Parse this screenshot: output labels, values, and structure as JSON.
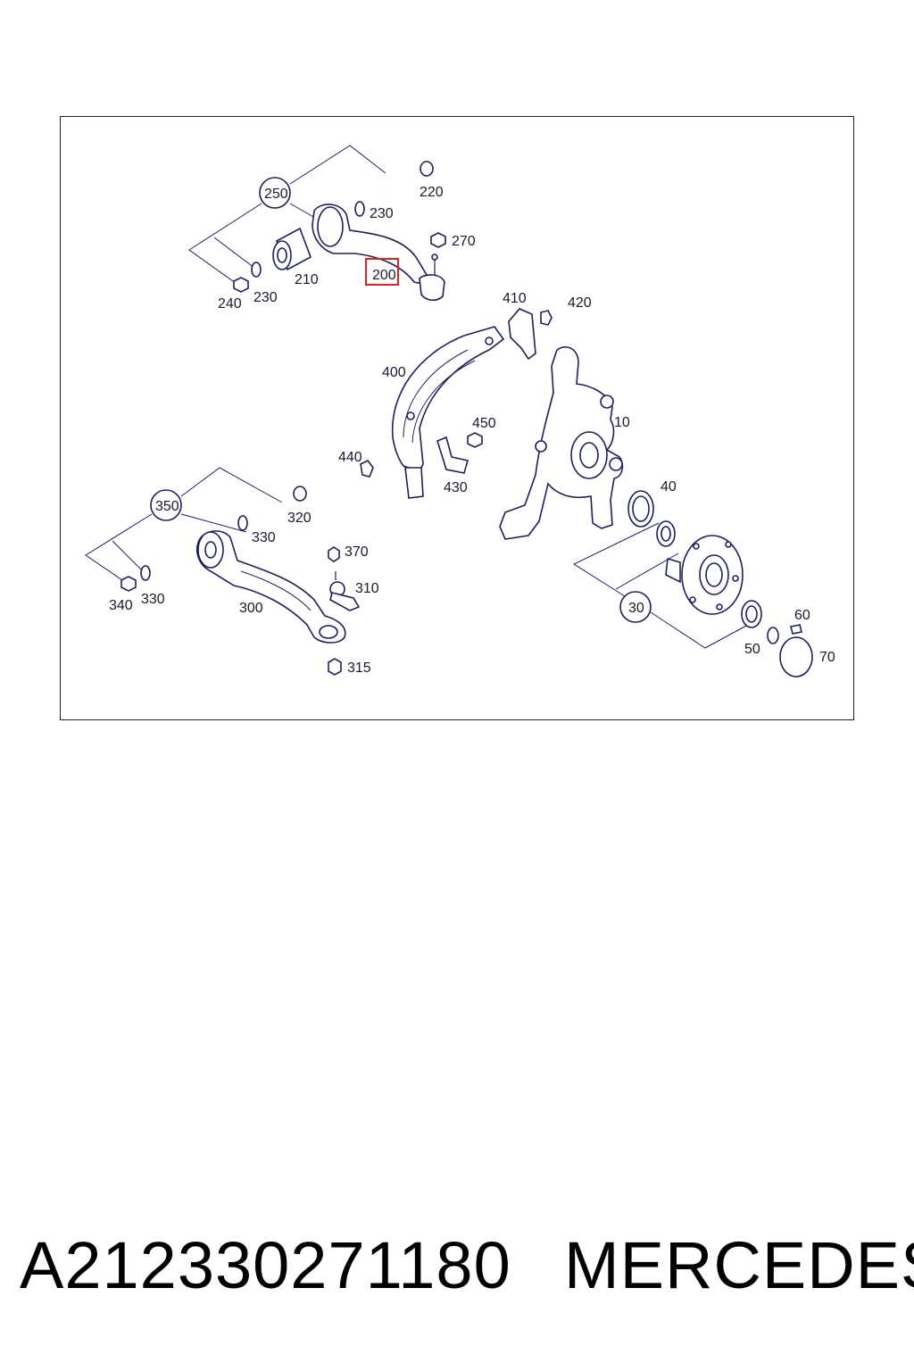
{
  "diagram": {
    "labels": {
      "p10": "10",
      "p30": "30",
      "p40": "40",
      "p50": "50",
      "p60": "60",
      "p70": "70",
      "p200": "200",
      "p210": "210",
      "p220": "220",
      "p230a": "230",
      "p230b": "230",
      "p240": "240",
      "p250": "250",
      "p270": "270",
      "p300": "300",
      "p310": "310",
      "p315": "315",
      "p320": "320",
      "p330a": "330",
      "p330b": "330",
      "p340": "340",
      "p350": "350",
      "p370": "370",
      "p400": "400",
      "p410": "410",
      "p420": "420",
      "p430": "430",
      "p440": "440",
      "p450": "450"
    },
    "highlighted_part": "200",
    "colors": {
      "line": "#1b1f5e",
      "highlight": "#dd2222"
    }
  },
  "footer": {
    "part_number": "A212330271180",
    "brand": "MERCEDES"
  }
}
